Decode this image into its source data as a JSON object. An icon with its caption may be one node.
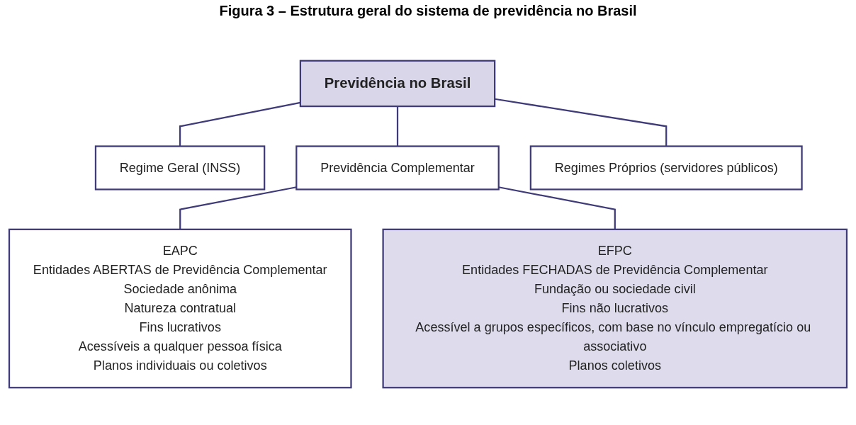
{
  "diagram": {
    "title": "Figura 3 – Estrutura geral do sistema de previdência no Brasil",
    "nodes": [
      {
        "text": [
          "Previdência no Brasil"
        ]
      },
      {
        "text": [
          "Regime Geral (INSS)"
        ]
      },
      {
        "text": [
          "Previdência Complementar"
        ]
      },
      {
        "text": [
          "Regimes Próprios (servidores públicos)"
        ]
      },
      {
        "text": [
          "EAPC",
          "Entidades ABERTAS de Previdência Complementar",
          "Sociedade anônima",
          "Natureza contratual",
          "Fins lucrativos",
          "Acessíveis a qualquer pessoa física",
          "Planos individuais ou coletivos"
        ]
      },
      {
        "text": [
          "EFPC",
          "Entidades FECHADAS de Previdência Complementar",
          "Fundação ou sociedade civil",
          "Fins não lucrativos",
          "Acessível a grupos específicos, com base no vínculo empregatício ou associativo",
          "Planos coletivos"
        ]
      }
    ],
    "edges": [
      {
        "from": 0,
        "to": 1,
        "arrow": "none"
      },
      {
        "from": 0,
        "to": 2,
        "arrow": "none"
      },
      {
        "from": 0,
        "to": 3,
        "arrow": "none"
      },
      {
        "from": 2,
        "to": 4,
        "arrow": "none"
      },
      {
        "from": 2,
        "to": 5,
        "arrow": "none"
      }
    ]
  }
}
